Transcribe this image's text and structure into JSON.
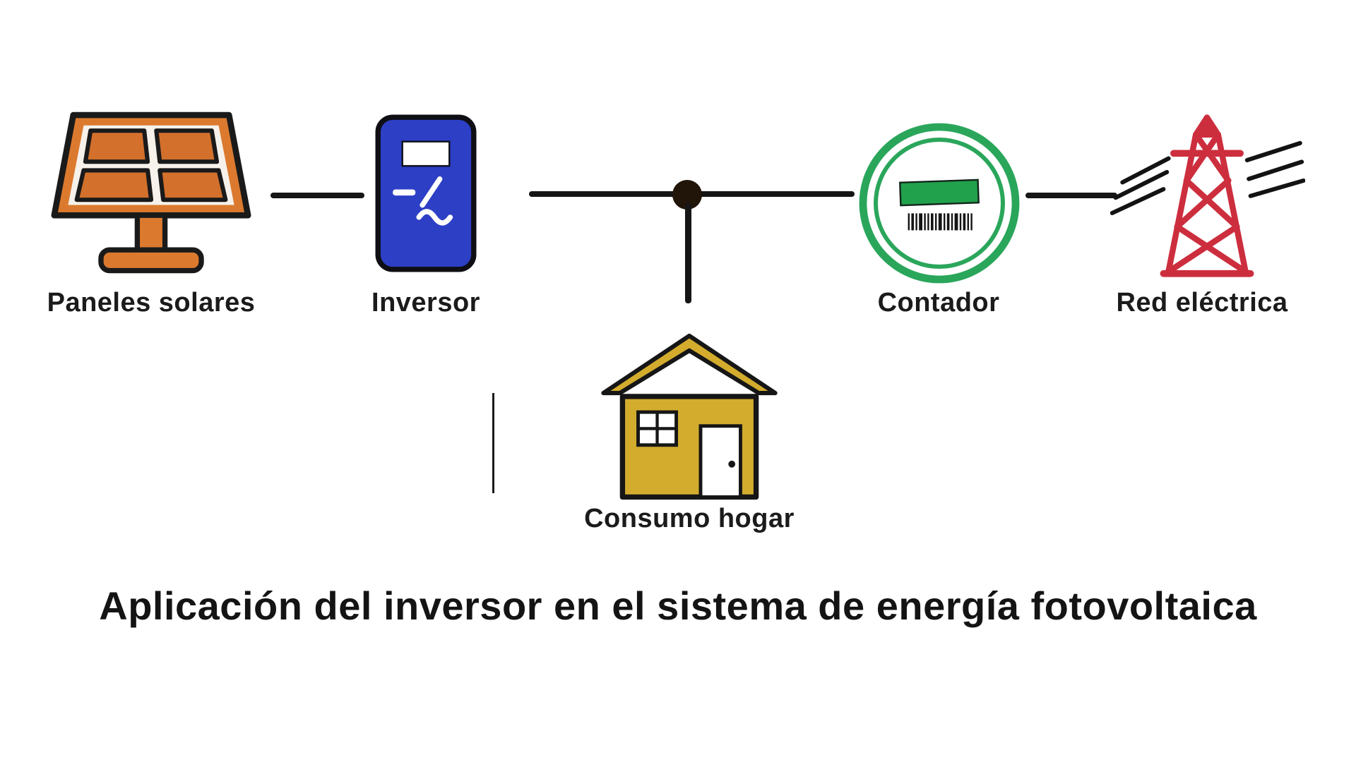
{
  "diagram": {
    "title": "Aplicación del inversor en el sistema de energía fotovoltaica",
    "nodes": {
      "solar_panels": {
        "label": "Paneles solares",
        "icon": "solar-panel-icon",
        "accent_color": "#DB7A2F"
      },
      "inverter": {
        "label": "Inversor",
        "icon": "inverter-icon",
        "accent_color": "#2C3FC5"
      },
      "home": {
        "label": "Consumo hogar",
        "icon": "house-icon",
        "accent_color": "#D3AC2E"
      },
      "meter": {
        "label": "Contador",
        "icon": "energy-meter-icon",
        "accent_color": "#2AA65B"
      },
      "grid": {
        "label": "Red eléctrica",
        "icon": "transmission-tower-icon",
        "accent_color": "#CD2E3E"
      }
    },
    "connector_color": "#161616"
  }
}
